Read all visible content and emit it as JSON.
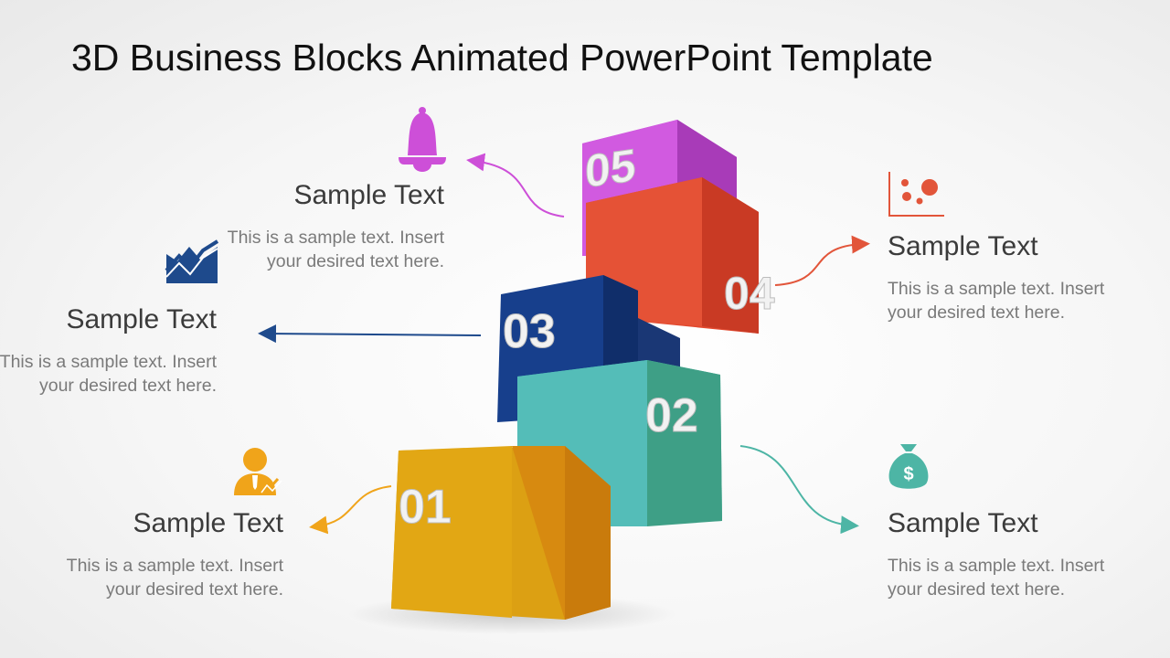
{
  "slide": {
    "title": "3D Business Blocks Animated PowerPoint Template"
  },
  "blocks": [
    {
      "number": "01",
      "color": "#E7A312"
    },
    {
      "number": "02",
      "color": "#4DB5A5"
    },
    {
      "number": "03",
      "color": "#173F8C"
    },
    {
      "number": "04",
      "color": "#E2492F"
    },
    {
      "number": "05",
      "color": "#CD4FD8"
    }
  ],
  "callouts": [
    {
      "heading": "Sample Text",
      "body": "This is a sample text. Insert your desired text here.",
      "icon": "businessman-icon",
      "color": "#F0A41A"
    },
    {
      "heading": "Sample Text",
      "body": "This is a sample text. Insert your desired text here.",
      "icon": "money-bag-icon",
      "color": "#4DB5A5"
    },
    {
      "heading": "Sample Text",
      "body": "This is a sample text. Insert your desired text here.",
      "icon": "line-chart-icon",
      "color": "#1E4A8C"
    },
    {
      "heading": "Sample Text",
      "body": "This is a sample text. Insert your desired text here.",
      "icon": "scatter-chart-icon",
      "color": "#E2553A"
    },
    {
      "heading": "Sample Text",
      "body": "This is a sample text. Insert your desired text here.",
      "icon": "bell-icon",
      "color": "#CD4FD8"
    }
  ]
}
